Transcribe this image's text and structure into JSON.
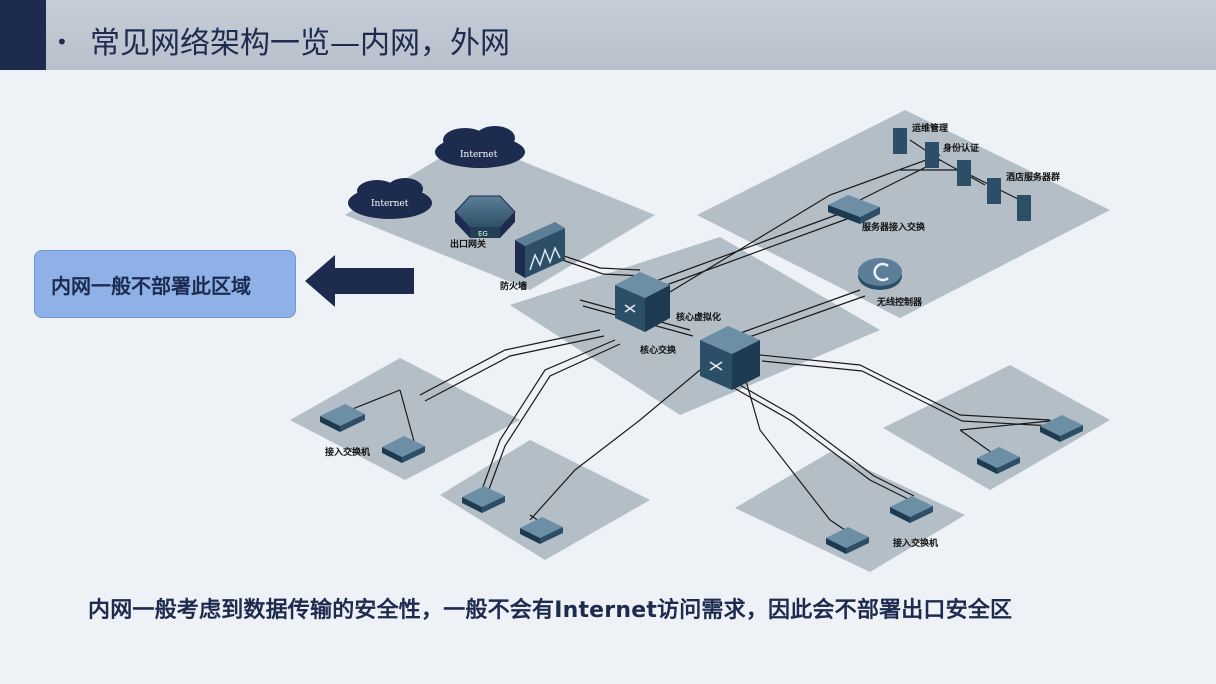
{
  "slide": {
    "bullet": "•",
    "title": "常见网络架构一览—内网，外网",
    "callout": "内网一般不部署此区域",
    "caption": "内网一般考虑到数据传输的安全性，一般不会有Internet访问需求，因此会不部署出口安全区"
  },
  "diagram": {
    "clouds": [
      "Internet",
      "Internet"
    ],
    "egress": {
      "device_badge": "EG",
      "gateway": "出口网关",
      "firewall": "防火墙"
    },
    "core": {
      "virtualization": "核心虚拟化",
      "switch": "核心交换"
    },
    "server_zone": {
      "ops": "运维管理",
      "auth": "身份认证",
      "hotel_servers": "酒店服务器群",
      "server_access": "服务器接入交换"
    },
    "wireless_controller": "无线控制器",
    "access_switch_label_left": "接入交换机",
    "access_switch_label_right": "接入交换机"
  },
  "colors": {
    "navy": "#1d2b4f",
    "plane": "#a9b5bd",
    "callout_fill": "#8eb1e8",
    "device": "#2c4f67"
  }
}
